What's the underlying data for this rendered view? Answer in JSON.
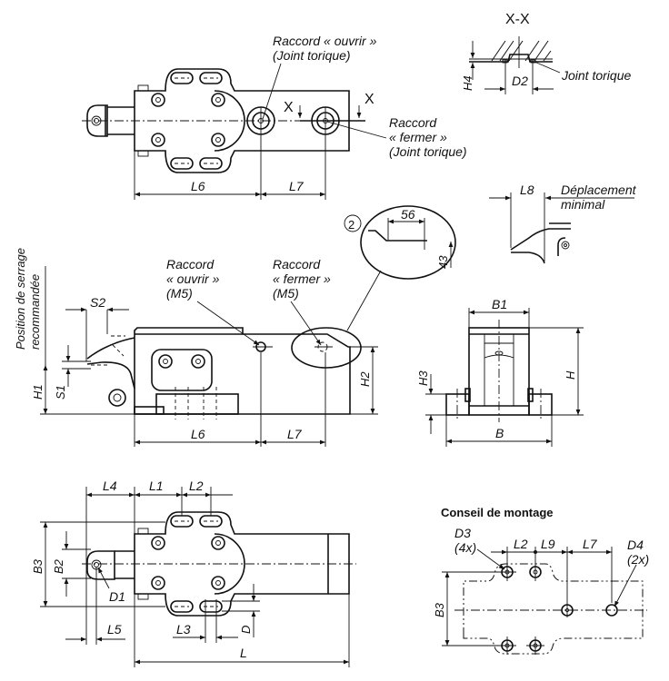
{
  "drawing": {
    "top_view": {
      "callout_open": [
        "Raccord « ouvrir »",
        "(Joint torique)"
      ],
      "callout_close": [
        "Raccord",
        "« fermer »",
        "(Joint torique)"
      ],
      "section_marker": "X",
      "dims": {
        "L6": "L6",
        "L7": "L7"
      }
    },
    "section_xx": {
      "title": "X-X",
      "callout": "Joint torique",
      "dims": {
        "H4": "H4",
        "D2": "D2"
      }
    },
    "detail_l8": {
      "dim": "L8",
      "label": [
        "Déplacement",
        "minimal"
      ]
    },
    "detail_2": {
      "marker": "2",
      "dim_horizontal": "56",
      "dim_vertical": "43"
    },
    "side_view": {
      "vertical_label": [
        "Position de serrage",
        "recommandée"
      ],
      "callout_open": [
        "Raccord",
        "« ouvrir »",
        "(M5)"
      ],
      "callout_close": [
        "Raccord",
        "« fermer »",
        "(M5)"
      ],
      "dims": {
        "S1": "S1",
        "S2": "S2",
        "H1": "H1",
        "H2": "H2",
        "L6": "L6",
        "L7": "L7"
      }
    },
    "front_view": {
      "dims": {
        "B1": "B1",
        "B": "B",
        "H": "H",
        "H3": "H3"
      }
    },
    "bottom_view": {
      "dims": {
        "L4": "L4",
        "L1": "L1",
        "L2": "L2",
        "B3": "B3",
        "B2": "B2",
        "D1": "D1",
        "L5": "L5",
        "L3": "L3",
        "D": "D",
        "L": "L"
      }
    },
    "mounting": {
      "title": "Conseil de montage",
      "callout_d3": [
        "D3",
        "(4x)"
      ],
      "callout_d4": [
        "D4",
        "(2x)"
      ],
      "dims": {
        "L2": "L2",
        "L9": "L9",
        "L7": "L7",
        "B3": "B3"
      }
    }
  }
}
